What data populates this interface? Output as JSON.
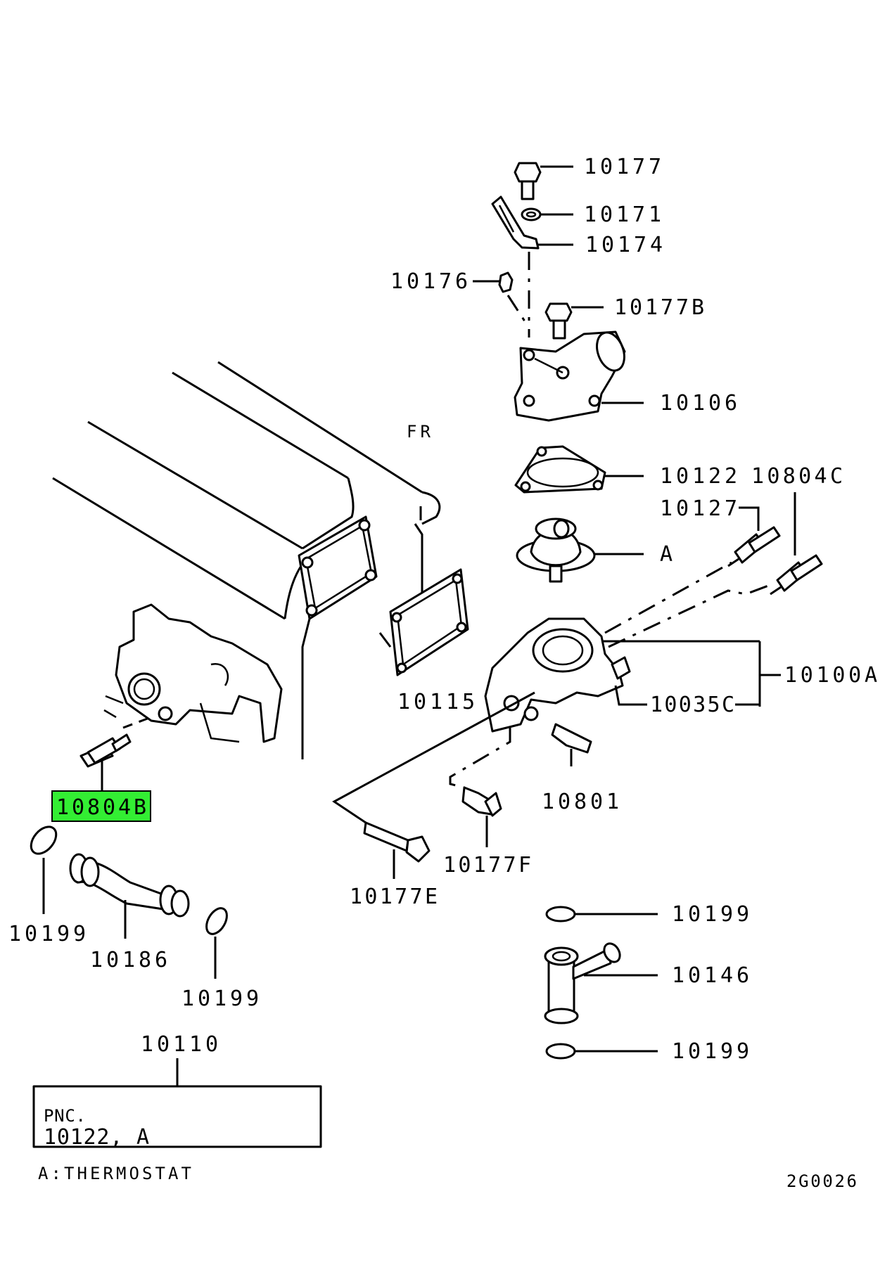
{
  "title": "Thermostat / Water Outlet Parts Diagram",
  "highlight_color": "#33ee33",
  "labels": {
    "p10177": "10177",
    "p10171": "10171",
    "p10174": "10174",
    "p10176": "10176",
    "p10177B": "10177B",
    "p10106": "10106",
    "fr": "FR",
    "p10122": "10122",
    "p10804C": "10804C",
    "p10127": "10127",
    "pA": "A",
    "p10100A": "10100A",
    "p10035C": "10035C",
    "p10115": "10115",
    "p10801": "10801",
    "p10804B": "10804B",
    "p10177F": "10177F",
    "p10177E": "10177E",
    "p10199_left": "10199",
    "p10186": "10186",
    "p10199_mid": "10199",
    "p10199_right_top": "10199",
    "p10146": "10146",
    "p10199_right_bottom": "10199",
    "p10110": "10110"
  },
  "note_box": {
    "line1": "PNC.",
    "line2": "10122, A"
  },
  "legend": "A:THERMOSTAT",
  "drawing_code": "2G0026"
}
